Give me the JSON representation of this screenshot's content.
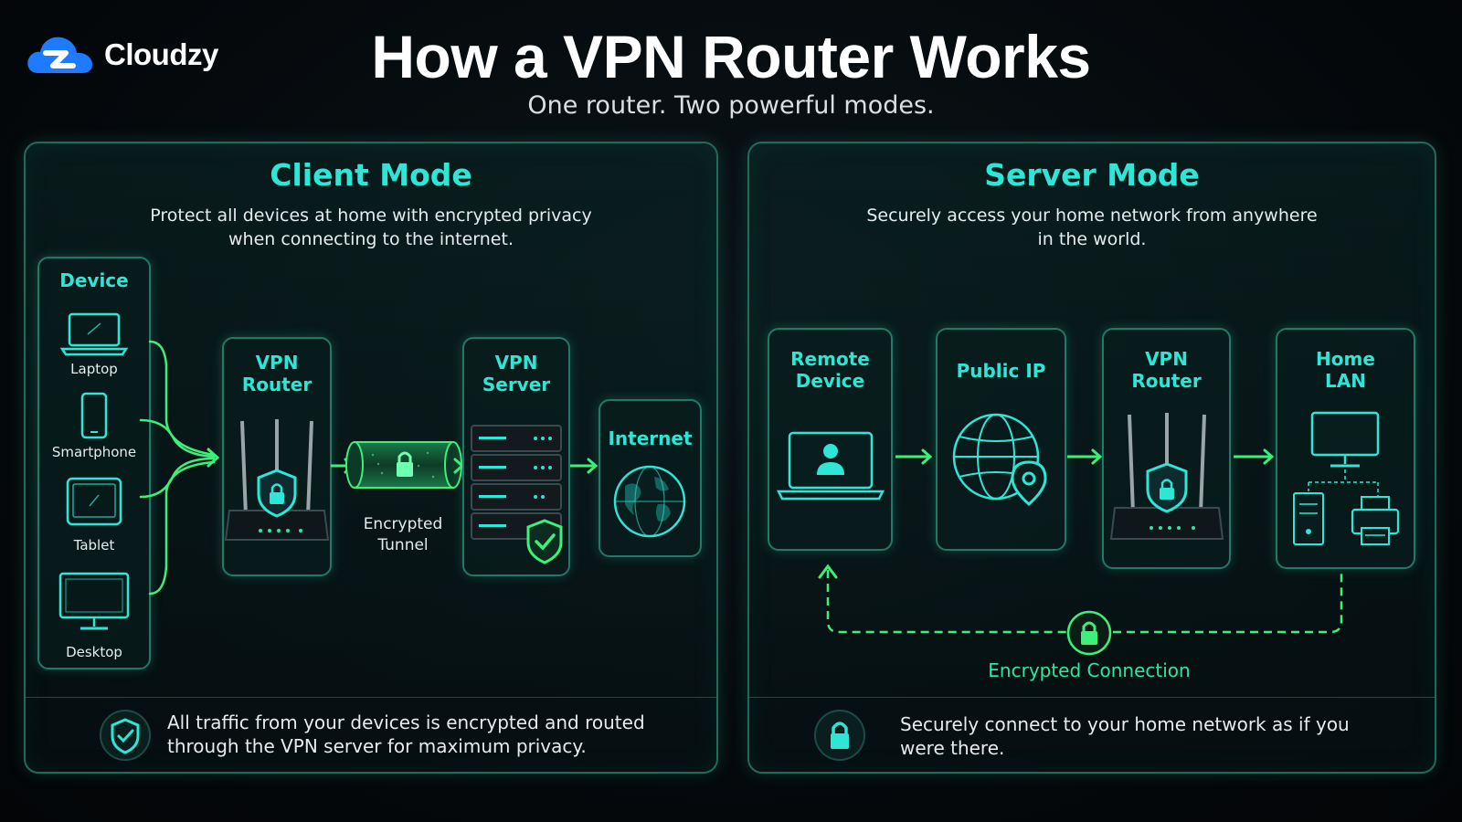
{
  "brand": {
    "name": "Cloudzy"
  },
  "header": {
    "title": "How a VPN Router Works",
    "subtitle": "One router. Two powerful modes."
  },
  "client_mode": {
    "title": "Client Mode",
    "description_line1": "Protect all devices at home with encrypted privacy",
    "description_line2": "when connecting to the internet.",
    "device_group_label": "Device",
    "devices": [
      "Laptop",
      "Smartphone",
      "Tablet",
      "Desktop"
    ],
    "router_label_line1": "VPN",
    "router_label_line2": "Router",
    "tunnel_label_line1": "Encrypted",
    "tunnel_label_line2": "Tunnel",
    "server_label_line1": "VPN",
    "server_label_line2": "Server",
    "internet_label": "Internet",
    "footer_line1": "All traffic from your devices is encrypted and routed",
    "footer_line2": "through the VPN server for maximum privacy."
  },
  "server_mode": {
    "title": "Server Mode",
    "description_line1": "Securely access your home network from anywhere",
    "description_line2": "in the world.",
    "remote_label_line1": "Remote",
    "remote_label_line2": "Device",
    "public_ip_label": "Public IP",
    "router_label_line1": "VPN",
    "router_label_line2": "Router",
    "home_lan_label_line1": "Home",
    "home_lan_label_line2": "LAN",
    "encrypted_connection_label": "Encrypted Connection",
    "footer_line1": "Securely connect to your home network as if you",
    "footer_line2": "were there."
  },
  "colors": {
    "accent": "#2ee6d6",
    "arrow": "#3cf07a",
    "border": "#23786a",
    "brand_blue": "#1e7bff"
  }
}
